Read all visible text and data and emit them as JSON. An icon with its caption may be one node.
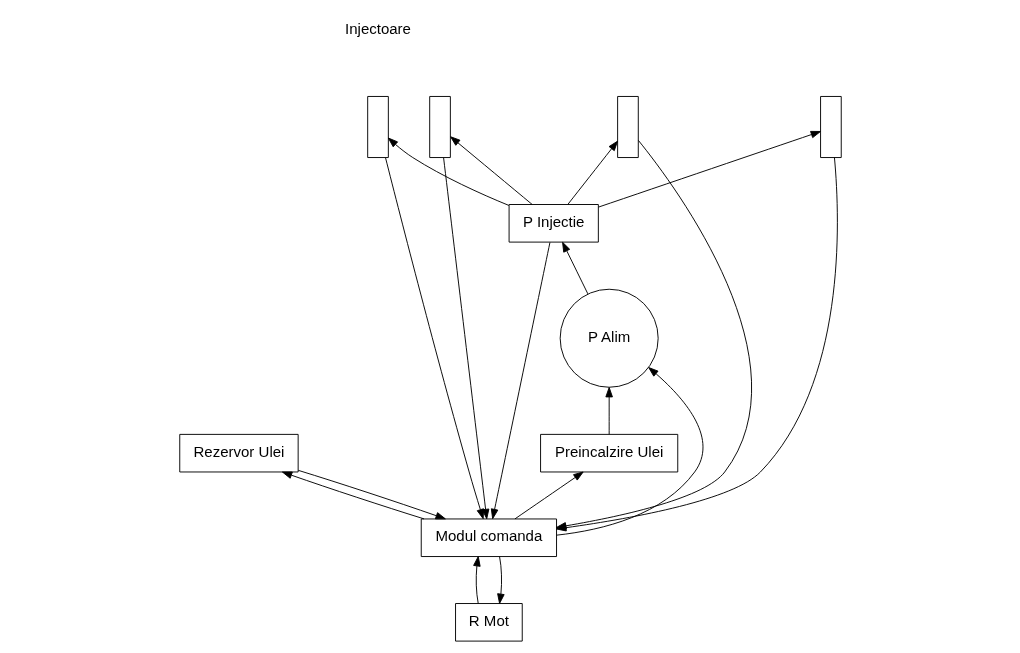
{
  "diagram": {
    "nodes": [
      {
        "text": [
          "R Mot"
        ]
      },
      {
        "text": [
          "Rezervor Ulei"
        ]
      },
      {
        "text": [],
        "shape": "box"
      },
      {
        "text": [],
        "shape": "box"
      },
      {
        "text": [],
        "shape": "box"
      },
      {
        "text": [],
        "shape": "box"
      },
      {
        "text": [
          "P Injectie"
        ]
      },
      {
        "text": [
          "Preincalzire Ulei"
        ]
      },
      {
        "text": [
          "Modul comanda"
        ]
      },
      {
        "text": [
          "P Alim"
        ]
      }
    ],
    "edges": [
      {
        "from": 0,
        "to": 8,
        "arrow": "to"
      },
      {
        "from": 8,
        "to": 0,
        "arrow": "to"
      },
      {
        "from": 1,
        "to": 8,
        "arrow": "to"
      },
      {
        "from": 8,
        "to": 1,
        "arrow": "to"
      },
      {
        "from": 6,
        "to": 2,
        "arrow": "to"
      },
      {
        "from": 6,
        "to": 3,
        "arrow": "to"
      },
      {
        "from": 6,
        "to": 4,
        "arrow": "to"
      },
      {
        "from": 6,
        "to": 5,
        "arrow": "to"
      },
      {
        "from": 2,
        "to": 8,
        "arrow": "to"
      },
      {
        "from": 3,
        "to": 8,
        "arrow": "to"
      },
      {
        "from": 4,
        "to": 8,
        "arrow": "to"
      },
      {
        "from": 5,
        "to": 8,
        "arrow": "to"
      },
      {
        "from": 6,
        "to": 8,
        "arrow": "to"
      },
      {
        "from": 8,
        "to": 7,
        "arrow": "to"
      },
      {
        "from": 8,
        "to": 9,
        "arrow": "to"
      },
      {
        "from": 9,
        "to": 6,
        "arrow": "to"
      },
      {
        "from": 7,
        "to": 9,
        "arrow": "to"
      }
    ],
    "labels": [
      "Injectoare"
    ]
  }
}
